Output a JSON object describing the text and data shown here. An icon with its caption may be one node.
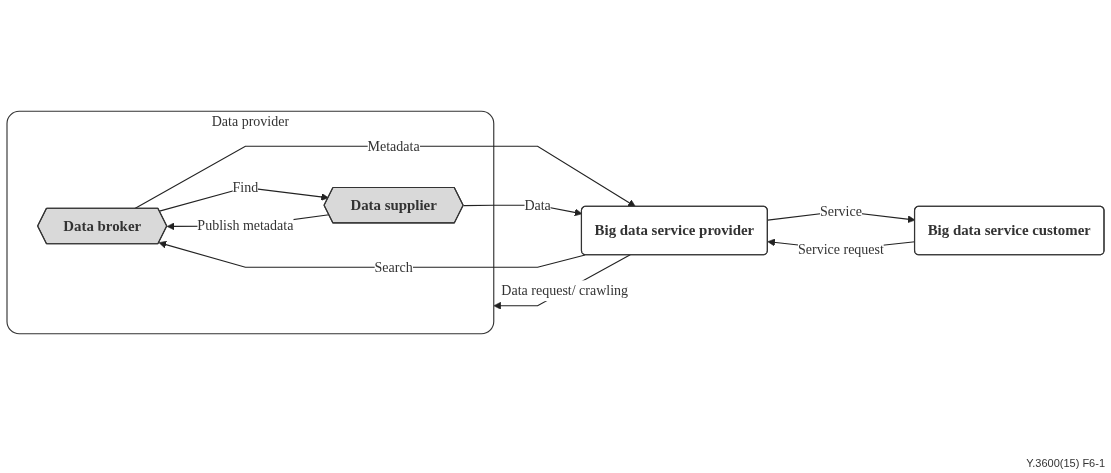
{
  "diagram": {
    "nodes": [
      {
        "text": [
          "Data provider"
        ]
      },
      {
        "text": [
          "Data broker"
        ],
        "in": 0
      },
      {
        "text": [
          "Data supplier"
        ],
        "in": 0
      },
      {
        "text": [
          "Big data service provider"
        ]
      },
      {
        "text": [
          "Big data service customer"
        ]
      }
    ],
    "edges": [
      {
        "from": 1,
        "to": 3,
        "arrow": "to",
        "label": "Metadata"
      },
      {
        "from": 3,
        "to": 1,
        "arrow": "to",
        "label": "Search"
      },
      {
        "from": 2,
        "to": 1,
        "arrow": "to",
        "label": "Publish metadata"
      },
      {
        "from": 1,
        "to": 2,
        "arrow": "to",
        "label": "Find"
      },
      {
        "from": 2,
        "to": 3,
        "arrow": "to",
        "label": "Data"
      },
      {
        "from": 3,
        "to": 0,
        "arrow": "to",
        "label": "Data request/ crawling"
      },
      {
        "from": 3,
        "to": 4,
        "arrow": "to",
        "label": "Service"
      },
      {
        "from": 4,
        "to": 3,
        "arrow": "to",
        "label": "Service request"
      }
    ],
    "labels": [
      "Y.3600(15) F6-1"
    ]
  }
}
